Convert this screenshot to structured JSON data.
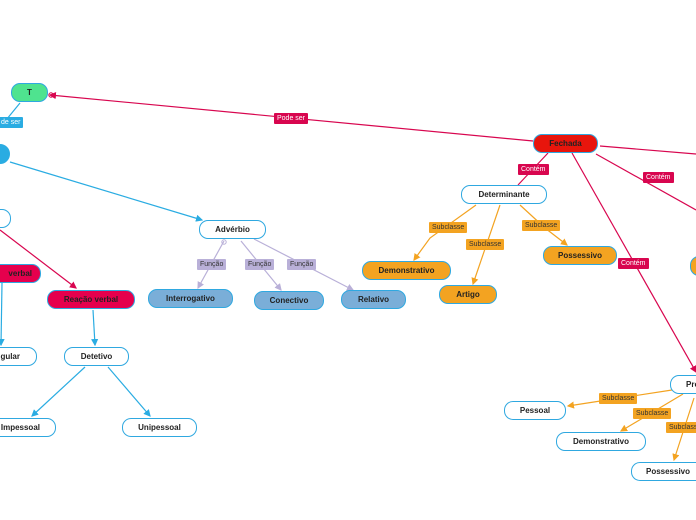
{
  "nodes": {
    "t": "T",
    "fechada": "Fechada",
    "determinante": "Determinante",
    "demonstrativo": "Demonstrativo",
    "artigo": "Artigo",
    "possessivo": "Possessivo",
    "adverbio": "Advérbio",
    "interrogativo": "Interrogativo",
    "conectivo": "Conectivo",
    "relativo": "Relativo",
    "verbal": "verbal",
    "reacao_verbal": "Reação verbal",
    "singular": "gular",
    "detetivo": "Detetivo",
    "impessoal": "Impessoal",
    "unipessoal": "Unipessoal",
    "pronome": "Pro",
    "pessoal": "Pessoal",
    "demonstrativo2": "Demonstrativo",
    "possessivo2": "Possessivo"
  },
  "labels": {
    "pode_ser_1": "Pode ser",
    "pode_ser_2": "de ser",
    "contem_1": "Contém",
    "contem_2": "Contém",
    "contem_3": "Contém",
    "subclasse_1": "Subclasse",
    "subclasse_2": "Subclasse",
    "subclasse_3": "Subclasse",
    "subclasse_4": "Subclasse",
    "subclasse_5": "Subclasse",
    "subclasse_6": "Subclasse",
    "funcao_1": "Função",
    "funcao_2": "Função",
    "funcao_3": "Função"
  },
  "colors": {
    "red_line": "#d8064f",
    "blue_line": "#2aace2",
    "orange_line": "#f3a321",
    "lavender_line": "#b9b0d8",
    "green_node": "#4fe38f",
    "fechada_node": "#e8150c",
    "orange_node": "#f3a321",
    "blue_node": "#7aaed8",
    "pink_node": "#e5004d"
  }
}
